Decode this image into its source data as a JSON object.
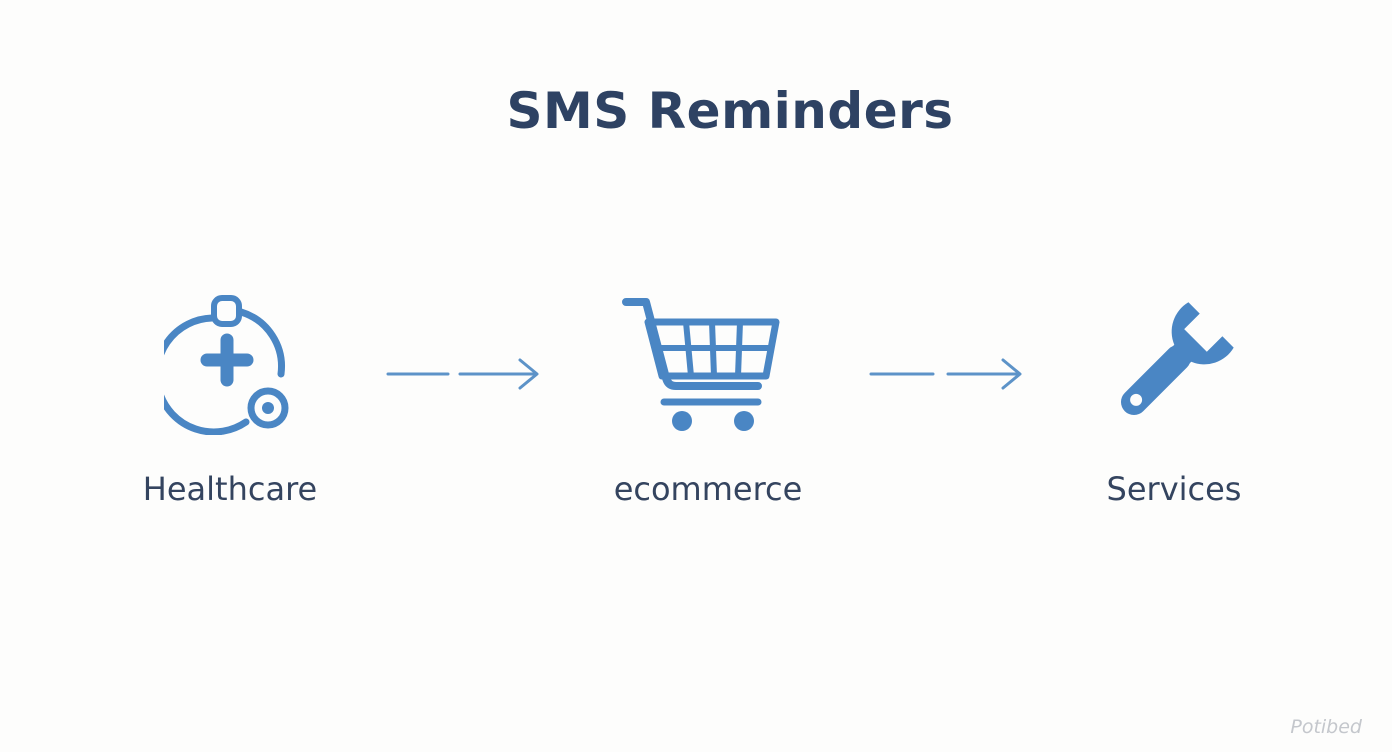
{
  "title": "SMS Reminders",
  "steps": [
    {
      "label": "Healthcare",
      "icon": "healthcare-icon"
    },
    {
      "label": "ecommerce",
      "icon": "shopping-cart-icon"
    },
    {
      "label": "Services",
      "icon": "wrench-icon"
    }
  ],
  "connectors": [
    "dashed-arrow-icon",
    "dashed-arrow-icon"
  ],
  "watermark": "Potibed",
  "colors": {
    "icon": "#4a86c4",
    "title": "#2e4263",
    "label": "#34445f",
    "watermark": "#c4c7cc"
  }
}
